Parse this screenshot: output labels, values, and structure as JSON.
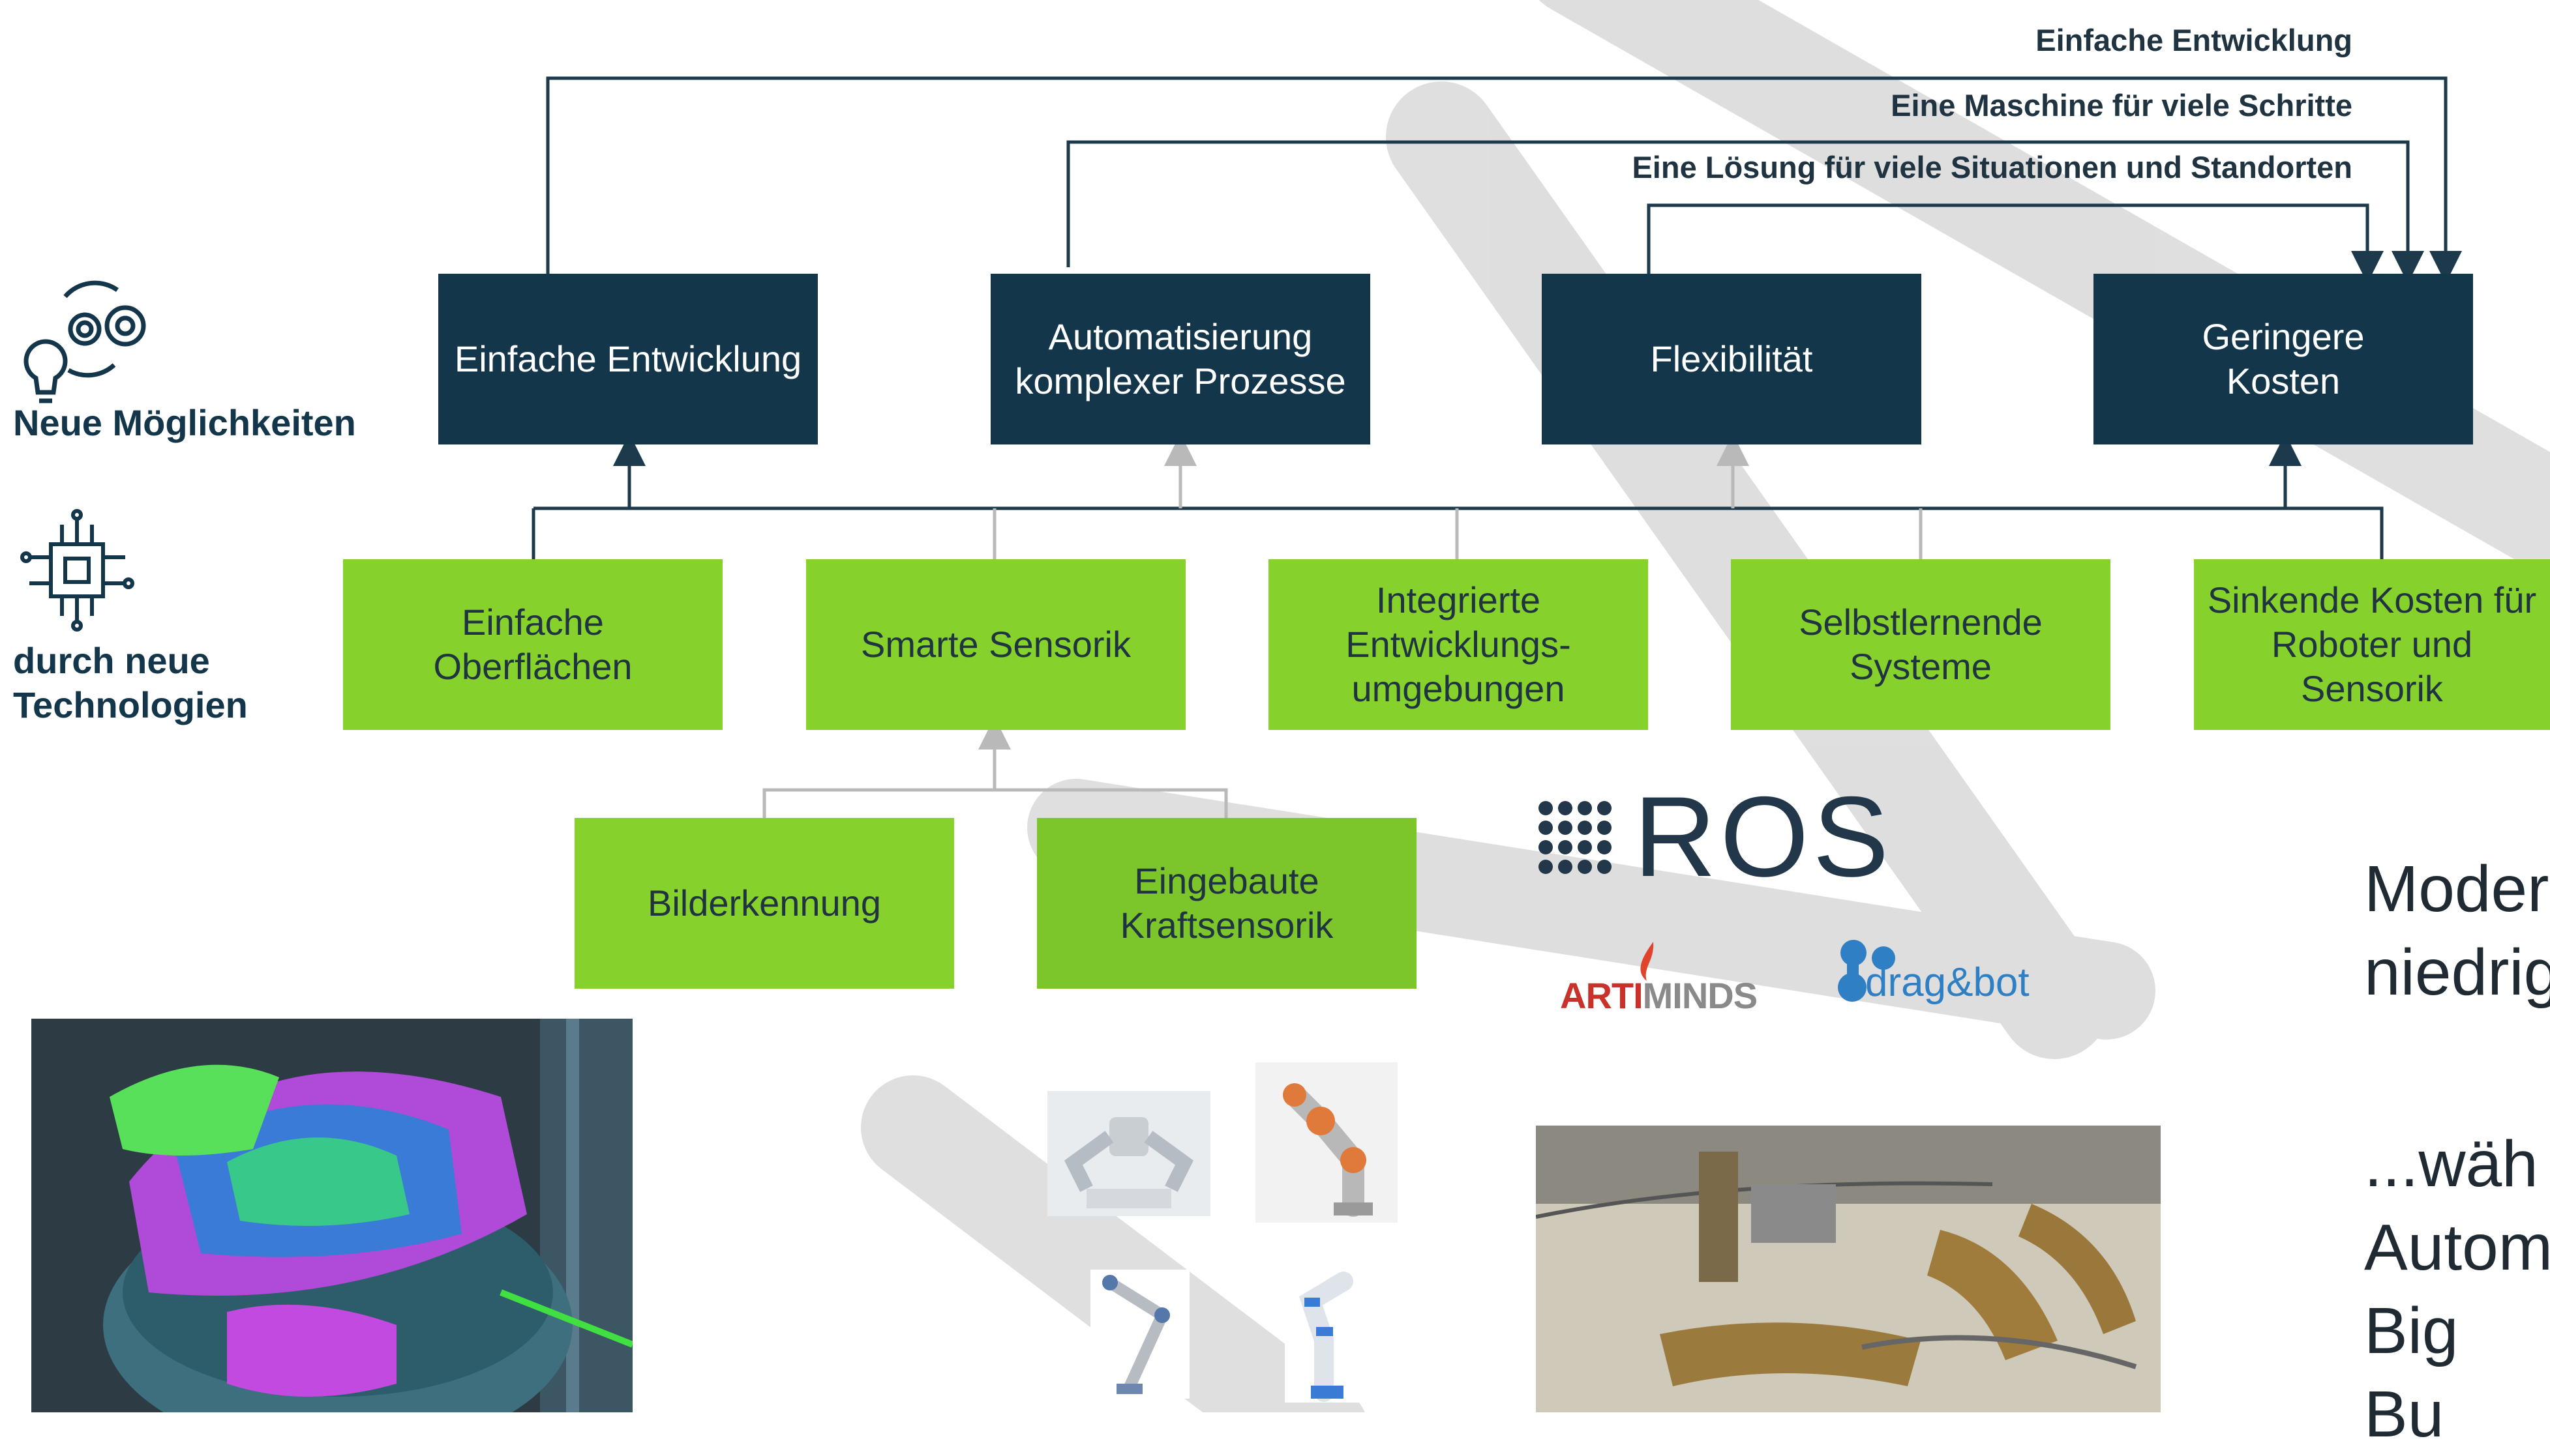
{
  "colors": {
    "navy": "#14364b",
    "green": "#87d12d",
    "line_dark": "#1c3a4c",
    "line_light": "#b9b9b9",
    "watermark": "#d9d9d9"
  },
  "top_captions": {
    "c1": "Einfache Entwicklung",
    "c2": "Eine Maschine für viele Schritte",
    "c3": "Eine Lösung für viele Situationen und Standorten"
  },
  "side": {
    "possibilities_icon": "lightbulb-gears-icon",
    "possibilities_label": "Neue Möglichkeiten",
    "technologies_icon": "circuit-chip-icon",
    "technologies_label": "durch neue\nTechnologien"
  },
  "benefits": [
    {
      "label": "Einfache Entwicklung"
    },
    {
      "label": "Automatisierung\nkomplexer Prozesse"
    },
    {
      "label": "Flexibilität"
    },
    {
      "label": "Geringere\nKosten"
    }
  ],
  "technologies": [
    {
      "label": "Einfache\nOberflächen"
    },
    {
      "label": "Smarte Sensorik"
    },
    {
      "label": "Integrierte\nEntwicklungs-\numgebungen"
    },
    {
      "label": "Selbstlernende\nSysteme"
    },
    {
      "label": "Sinkende Kosten für\nRoboter und\nSensorik"
    }
  ],
  "sensors": [
    {
      "label": "Bilderkennung"
    },
    {
      "label": "Eingebaute\nKraftsensorik"
    }
  ],
  "logos": {
    "ros": "ROS",
    "artiminds_a": "ARTI",
    "artiminds_b": "MINDS",
    "dragbot": "drag&bot"
  },
  "right_text": {
    "block1": "Moder\nniedrig",
    "block2": "...wäh\nAutom\nBig Bu"
  }
}
